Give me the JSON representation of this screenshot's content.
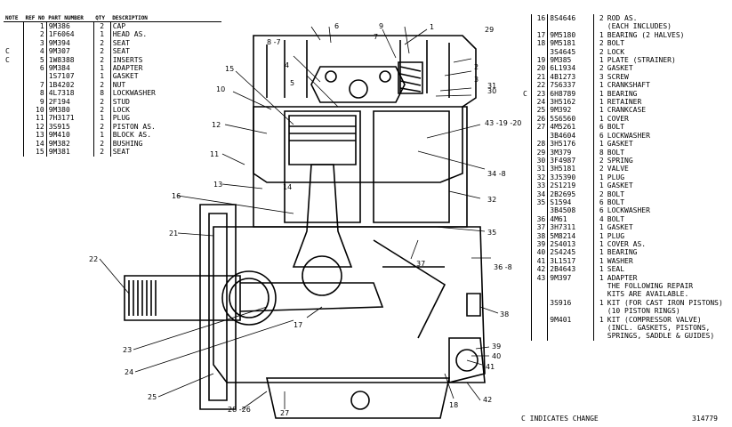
{
  "left_table": {
    "headers": {
      "note": "NOTE",
      "ref": "REF NO",
      "part": "PART NUMBER",
      "qty": "QTY",
      "desc": "DESCRIPTION"
    },
    "rows": [
      {
        "note": "",
        "ref": "1",
        "part": "9M386",
        "qty": "2",
        "desc": "CAP"
      },
      {
        "note": "",
        "ref": "2",
        "part": "1F6064",
        "qty": "1",
        "desc": "HEAD AS."
      },
      {
        "note": "",
        "ref": "3",
        "part": "9M394",
        "qty": "2",
        "desc": "  SEAT"
      },
      {
        "note": "C",
        "ref": "4",
        "part": "9M307",
        "qty": "2",
        "desc": "  SEAT"
      },
      {
        "note": "C",
        "ref": "5",
        "part": "1W8388",
        "qty": "2",
        "desc": "  INSERTS"
      },
      {
        "note": "",
        "ref": "6",
        "part": "9M384",
        "qty": "1",
        "desc": "ADAPTER"
      },
      {
        "note": "",
        "ref": "",
        "part": "1S7107",
        "qty": "1",
        "desc": "GASKET"
      },
      {
        "note": "",
        "ref": "7",
        "part": "1B4202",
        "qty": "2",
        "desc": "NUT"
      },
      {
        "note": "",
        "ref": "8",
        "part": "4L7318",
        "qty": "8",
        "desc": "LOCKWASHER"
      },
      {
        "note": "",
        "ref": "9",
        "part": "2F194",
        "qty": "2",
        "desc": "STUD"
      },
      {
        "note": "",
        "ref": "10",
        "part": "9M380",
        "qty": "2",
        "desc": "LOCK"
      },
      {
        "note": "",
        "ref": "11",
        "part": "7H3171",
        "qty": "1",
        "desc": "PLUG"
      },
      {
        "note": "",
        "ref": "12",
        "part": "3S915",
        "qty": "2",
        "desc": "PISTON AS."
      },
      {
        "note": "",
        "ref": "13",
        "part": "9M410",
        "qty": "1",
        "desc": "BLOCK AS."
      },
      {
        "note": "",
        "ref": "14",
        "part": "9M382",
        "qty": "2",
        "desc": "  BUSHING"
      },
      {
        "note": "",
        "ref": "15",
        "part": "9M381",
        "qty": "2",
        "desc": "  SEAT"
      }
    ]
  },
  "right_table": {
    "rows": [
      {
        "note": "",
        "ref": "16",
        "part": "8S4646",
        "qty": "2",
        "desc": "ROD AS."
      },
      {
        "note": "",
        "ref": "",
        "part": "",
        "qty": "",
        "desc": "(EACH INCLUDES)"
      },
      {
        "note": "",
        "ref": "17",
        "part": "9M5180",
        "qty": "1",
        "desc": "  BEARING (2 HALVES)"
      },
      {
        "note": "",
        "ref": "18",
        "part": "9M5181",
        "qty": "2",
        "desc": "  BOLT"
      },
      {
        "note": "",
        "ref": "",
        "part": "3S4645",
        "qty": "2",
        "desc": "  LOCK"
      },
      {
        "note": "",
        "ref": "19",
        "part": "9M385",
        "qty": "1",
        "desc": "PLATE (STRAINER)"
      },
      {
        "note": "",
        "ref": "20",
        "part": "6L1934",
        "qty": "2",
        "desc": "GASKET"
      },
      {
        "note": "",
        "ref": "21",
        "part": "4B1273",
        "qty": "3",
        "desc": "SCREW"
      },
      {
        "note": "",
        "ref": "22",
        "part": "7S6337",
        "qty": "1",
        "desc": "CRANKSHAFT"
      },
      {
        "note": "C",
        "ref": "23",
        "part": "6H8789",
        "qty": "1",
        "desc": "BEARING"
      },
      {
        "note": "",
        "ref": "24",
        "part": "3H5162",
        "qty": "1",
        "desc": "RETAINER"
      },
      {
        "note": "",
        "ref": "25",
        "part": "9M392",
        "qty": "1",
        "desc": "CRANKCASE"
      },
      {
        "note": "",
        "ref": "26",
        "part": "5S6560",
        "qty": "1",
        "desc": "COVER"
      },
      {
        "note": "",
        "ref": "27",
        "part": "4M5261",
        "qty": "6",
        "desc": "BOLT"
      },
      {
        "note": "",
        "ref": "",
        "part": "3B4604",
        "qty": "6",
        "desc": "LOCKWASHER"
      },
      {
        "note": "",
        "ref": "28",
        "part": "3H5176",
        "qty": "1",
        "desc": "GASKET"
      },
      {
        "note": "",
        "ref": "29",
        "part": "3M379",
        "qty": "8",
        "desc": "BOLT"
      },
      {
        "note": "",
        "ref": "30",
        "part": "3F4987",
        "qty": "2",
        "desc": "SPRING"
      },
      {
        "note": "",
        "ref": "31",
        "part": "3H5181",
        "qty": "2",
        "desc": "VALVE"
      },
      {
        "note": "",
        "ref": "32",
        "part": "3J5390",
        "qty": "1",
        "desc": "PLUG"
      },
      {
        "note": "",
        "ref": "33",
        "part": "2S1219",
        "qty": "1",
        "desc": "GASKET"
      },
      {
        "note": "",
        "ref": "34",
        "part": "2B2695",
        "qty": "2",
        "desc": "BOLT"
      },
      {
        "note": "",
        "ref": "35",
        "part": "S1594",
        "qty": "6",
        "desc": "BOLT"
      },
      {
        "note": "",
        "ref": "",
        "part": "3B4508",
        "qty": "6",
        "desc": "LOCKWASHER"
      },
      {
        "note": "",
        "ref": "36",
        "part": "4M61",
        "qty": "4",
        "desc": "BOLT"
      },
      {
        "note": "",
        "ref": "37",
        "part": "3H7311",
        "qty": "1",
        "desc": "GASKET"
      },
      {
        "note": "",
        "ref": "38",
        "part": "5M8214",
        "qty": "1",
        "desc": "PLUG"
      },
      {
        "note": "",
        "ref": "39",
        "part": "2S4013",
        "qty": "1",
        "desc": "COVER AS."
      },
      {
        "note": "",
        "ref": "40",
        "part": "2S4245",
        "qty": "1",
        "desc": "  BEARING"
      },
      {
        "note": "",
        "ref": "41",
        "part": "3L1517",
        "qty": "1",
        "desc": "WASHER"
      },
      {
        "note": "",
        "ref": "42",
        "part": "2B4643",
        "qty": "1",
        "desc": "SEAL"
      },
      {
        "note": "",
        "ref": "43",
        "part": "9M397",
        "qty": "1",
        "desc": "ADAPTER"
      },
      {
        "note": "",
        "ref": "",
        "part": "",
        "qty": "",
        "desc": "THE FOLLOWING REPAIR"
      },
      {
        "note": "",
        "ref": "",
        "part": "",
        "qty": "",
        "desc": "KITS ARE AVAILABLE."
      },
      {
        "note": "",
        "ref": "",
        "part": "3S916",
        "qty": "1",
        "desc": "KIT (FOR CAST IRON PISTONS)"
      },
      {
        "note": "",
        "ref": "",
        "part": "",
        "qty": "",
        "desc": "(10 PISTON RINGS)"
      },
      {
        "note": "",
        "ref": "",
        "part": "9M401",
        "qty": "1",
        "desc": "KIT (COMPRESSOR VALVE)"
      },
      {
        "note": "",
        "ref": "",
        "part": "",
        "qty": "",
        "desc": "(INCL. GASKETS, PISTONS,"
      },
      {
        "note": "",
        "ref": "",
        "part": "",
        "qty": "",
        "desc": "SPRINGS, SADDLE & GUIDES)"
      }
    ]
  },
  "footer": {
    "note": "C  INDICATES CHANGE",
    "code": "314779"
  },
  "callouts": {
    "c1": "1",
    "c2": "2",
    "c3": "3",
    "c4": "4",
    "c5": "5",
    "c6": "6",
    "c7": "7",
    "c8": "8 -7",
    "c9": "9",
    "c10": "10",
    "c11": "11",
    "c12": "12",
    "c13": "13",
    "c14": "14",
    "c15": "15",
    "c16": "16",
    "c17": "17",
    "c18": "18",
    "c19": "43 -19 -20",
    "c21": "21",
    "c22": "22",
    "c23": "23",
    "c24": "24",
    "c25": "25",
    "c26": "28 -26",
    "c27": "27",
    "c29": "29",
    "c30": "30",
    "c31": "31",
    "c32": "32",
    "c34": "34 -8",
    "c35": "35",
    "c36": "36 -8",
    "c37": "37",
    "c38": "38",
    "c39": "39",
    "c40": "40",
    "c41": "41",
    "c42": "42"
  }
}
